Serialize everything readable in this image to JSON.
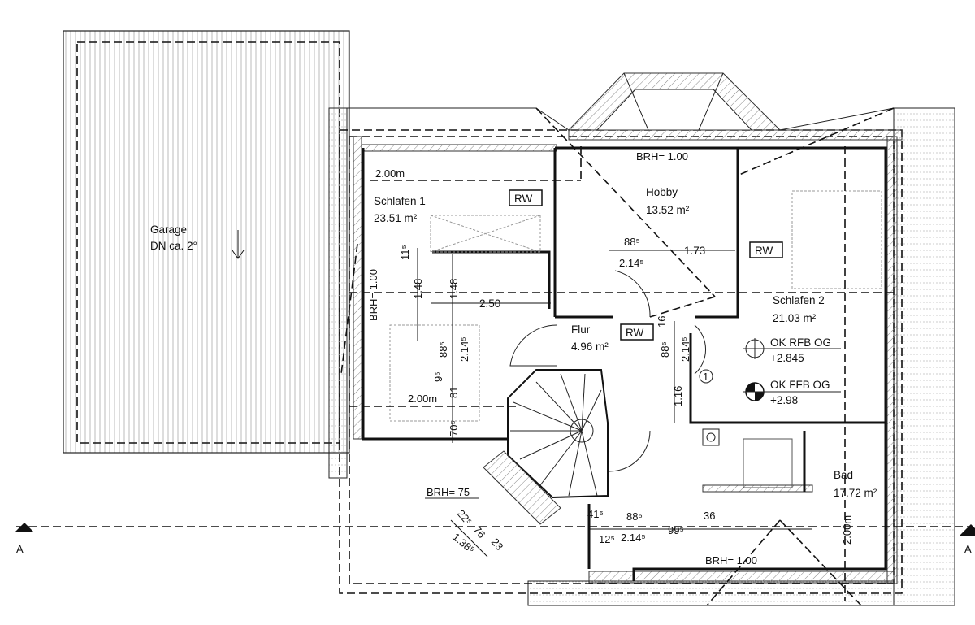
{
  "title": "Grundriss Obergeschoss",
  "garage": {
    "name": "Garage",
    "roof": "DN ca. 2°"
  },
  "rooms": {
    "schlafen1": {
      "name": "Schlafen 1",
      "area": "23.51 m²"
    },
    "hobby": {
      "name": "Hobby",
      "area": "13.52 m²"
    },
    "flur": {
      "name": "Flur",
      "area": "4.96 m²"
    },
    "schlafen2": {
      "name": "Schlafen 2",
      "area": "21.03 m²"
    },
    "bad": {
      "name": "Bad",
      "area": "17.72 m²"
    }
  },
  "tags": {
    "rw": "RW",
    "circle_one": "1"
  },
  "levels": {
    "rfb_label": "OK RFB OG",
    "rfb_value": "+2.845",
    "ffb_label": "OK FFB OG",
    "ffb_value": "+2.98"
  },
  "annotations": {
    "brh_100": "BRH= 1.00",
    "brh_75": "BRH= 75",
    "height_200": "2.00m"
  },
  "dimensions": {
    "d115": "11⁵",
    "d148a": "1.48",
    "d148b": "1.48",
    "d250": "2.50",
    "d885a": "88⁵",
    "d2145a": "2.14⁵",
    "d95": "9⁵",
    "d81": "81",
    "d705": "70⁵",
    "d885b": "88⁵",
    "d2145b": "2.14⁵",
    "d173": "1.73",
    "d885c": "88⁵",
    "d2145c": "2.14⁵",
    "d16": "16",
    "d116": "1.16",
    "d415": "41⁵",
    "d125": "12⁵",
    "d885d": "88⁵",
    "d2145d": "2.14⁵",
    "d995": "99⁵",
    "d36": "36",
    "d225": "22⁵",
    "d76": "76",
    "d23": "23",
    "d1385": "1.38⁵"
  },
  "section": {
    "label": "A"
  }
}
